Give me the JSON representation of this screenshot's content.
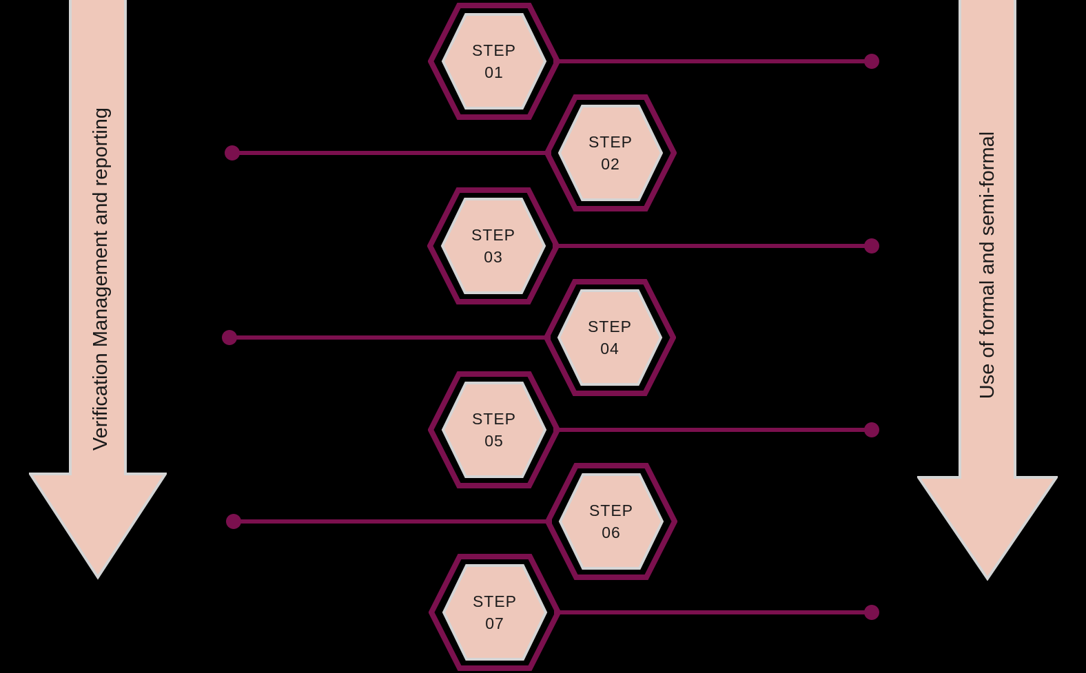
{
  "left_arrow": {
    "label": "Verification Management and reporting"
  },
  "right_arrow": {
    "label": "Use of formal and semi-formal"
  },
  "steps": [
    {
      "title": "STEP",
      "number": "01",
      "connector_side": "right"
    },
    {
      "title": "STEP",
      "number": "02",
      "connector_side": "left"
    },
    {
      "title": "STEP",
      "number": "03",
      "connector_side": "right"
    },
    {
      "title": "STEP",
      "number": "04",
      "connector_side": "left"
    },
    {
      "title": "STEP",
      "number": "05",
      "connector_side": "right"
    },
    {
      "title": "STEP",
      "number": "06",
      "connector_side": "left"
    },
    {
      "title": "STEP",
      "number": "07",
      "connector_side": "right"
    }
  ],
  "colors": {
    "background": "#000000",
    "accent_maroon": "#7B104E",
    "hexagon_fill": "#EEC8BB",
    "hexagon_inner_outline": "#D5D5D5",
    "arrow_fill": "#EFC8BA",
    "arrow_outline": "#D5D5D5",
    "text_dark": "#1B1B1B"
  }
}
